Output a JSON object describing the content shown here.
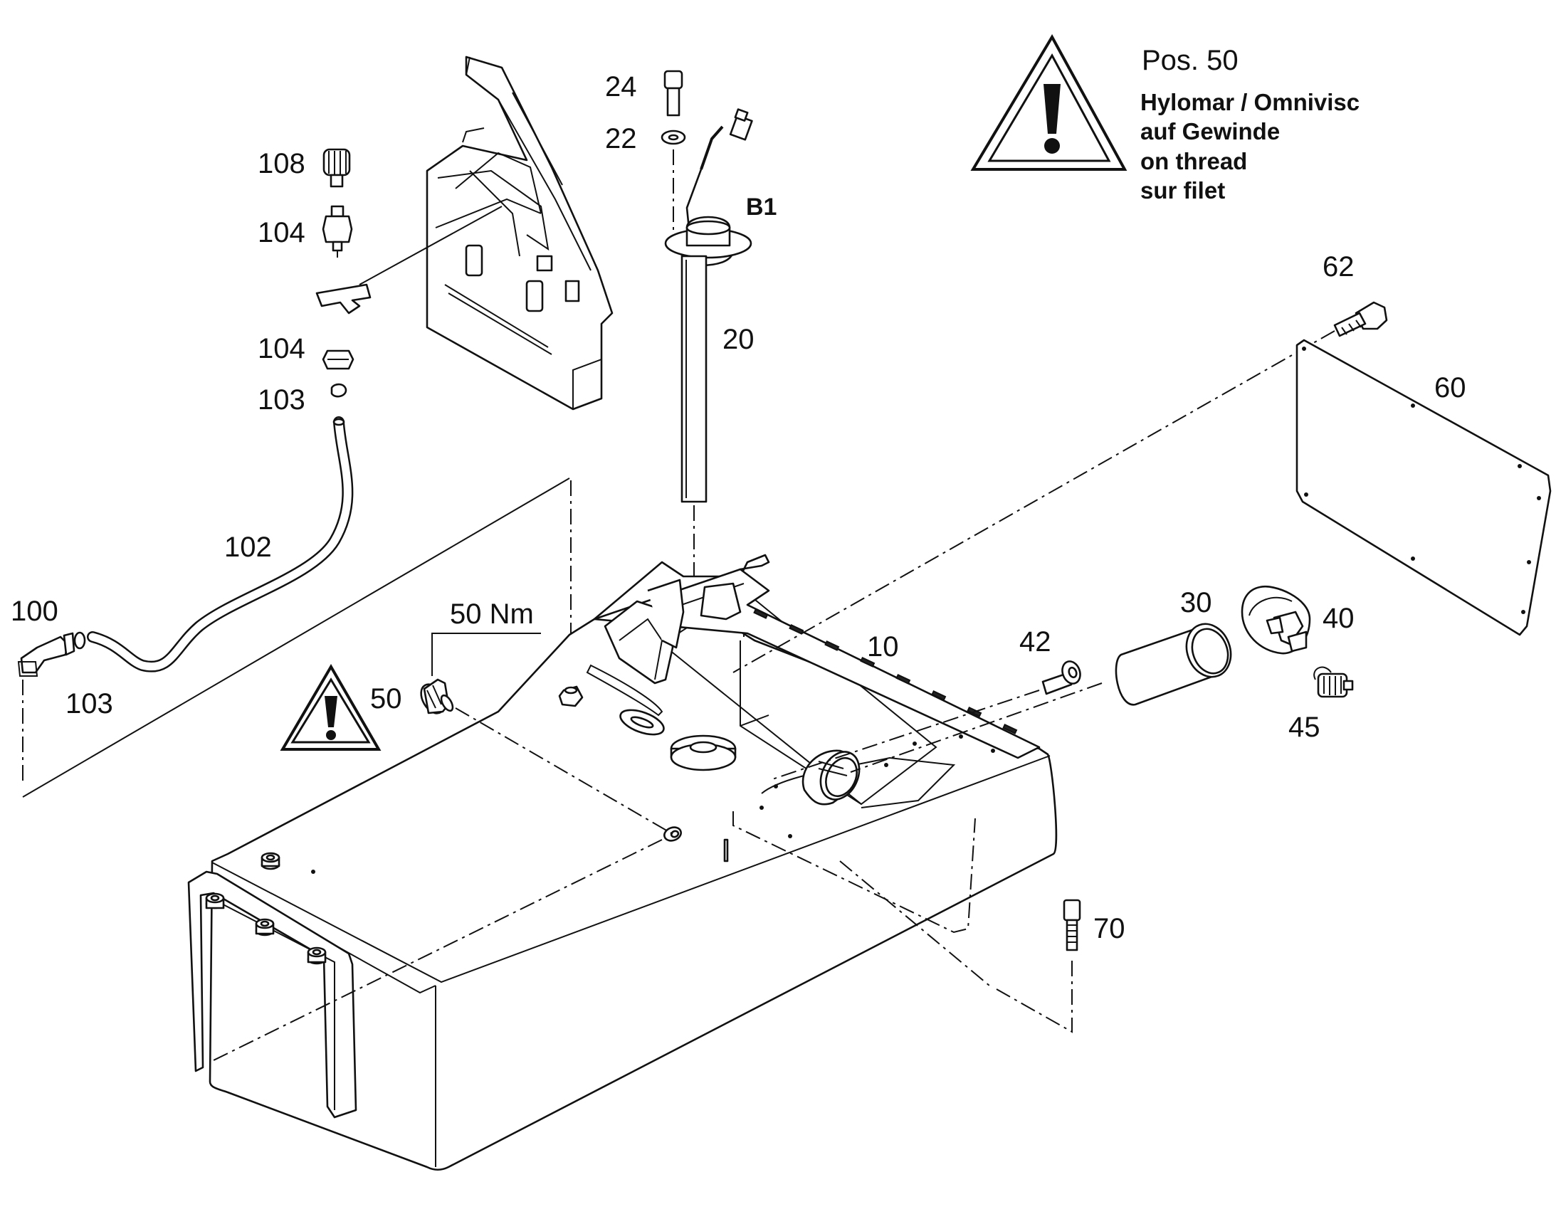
{
  "note": {
    "title": "Pos. 50",
    "lines": [
      "Hylomar / Omnivisc",
      "auf Gewinde",
      "on thread",
      "sur filet"
    ]
  },
  "labels": {
    "p24": "24",
    "p22": "22",
    "b1": "B1",
    "p20": "20",
    "p108": "108",
    "p104a": "104",
    "p104b": "104",
    "p103a": "103",
    "p102": "102",
    "p100": "100",
    "p103b": "103",
    "torque": "50 Nm",
    "p50": "50",
    "p10": "10",
    "p42": "42",
    "p30": "30",
    "p40": "40",
    "p45": "45",
    "p62": "62",
    "p60": "60",
    "p70": "70"
  },
  "icons": {
    "warning_large": "warning-triangle-icon",
    "warning_small": "warning-triangle-icon"
  }
}
